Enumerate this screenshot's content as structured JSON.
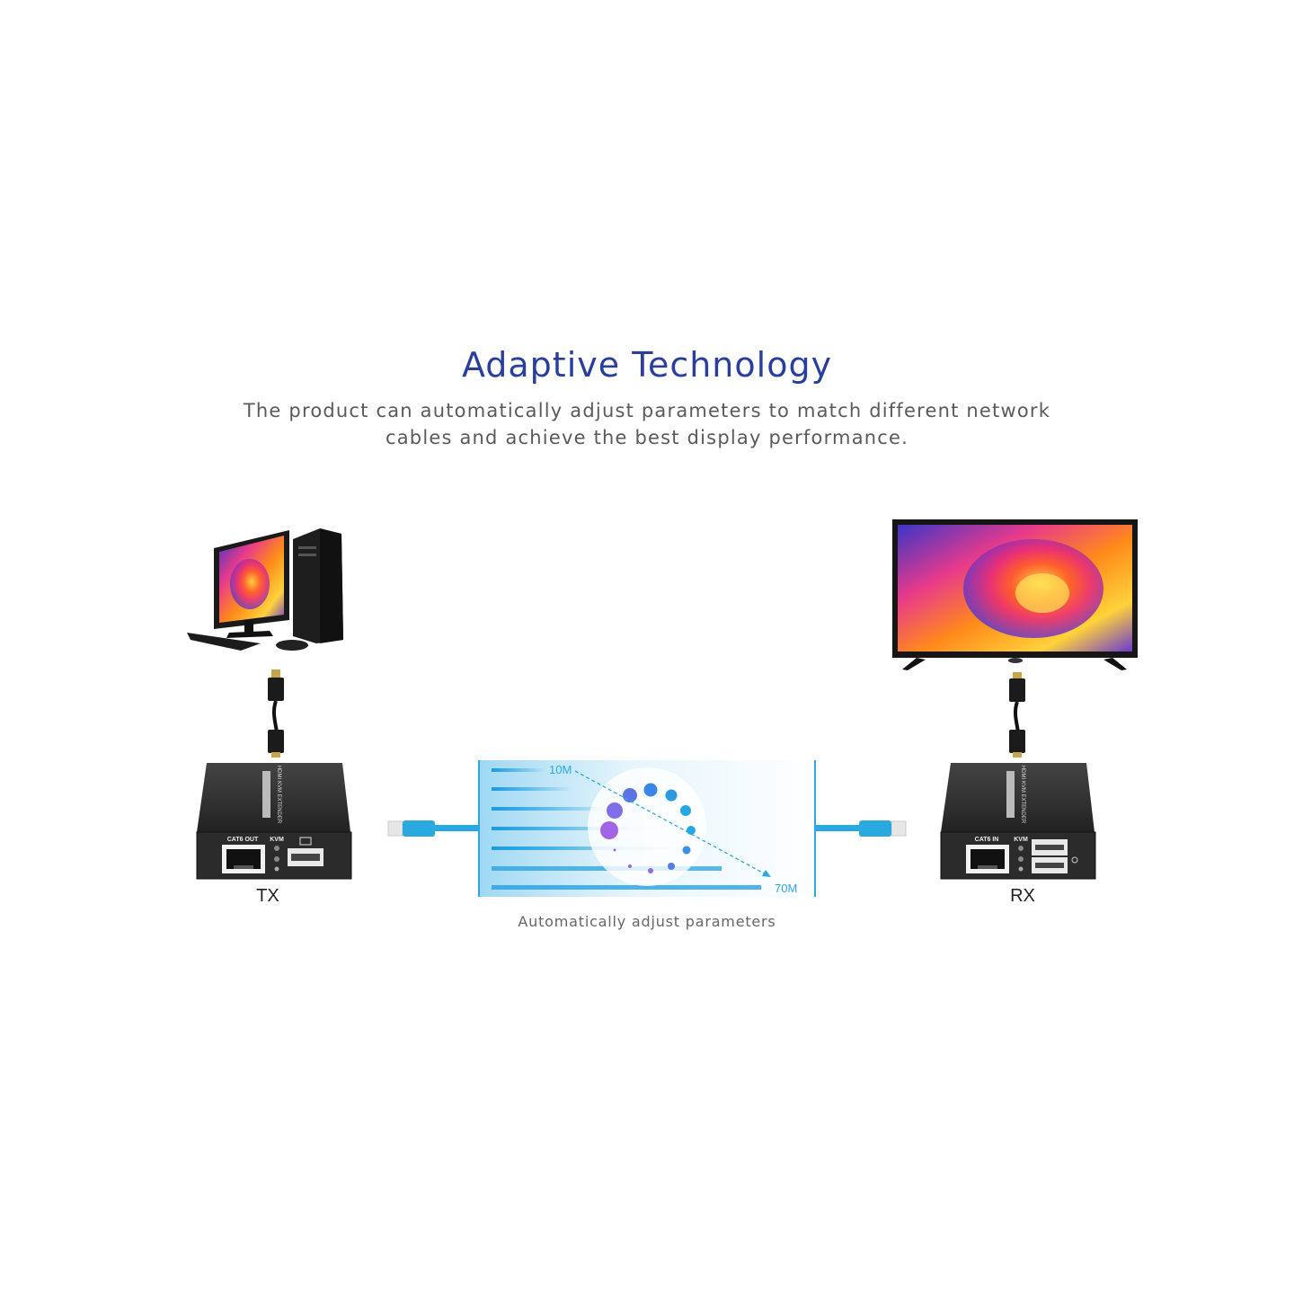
{
  "heading": {
    "title": "Adaptive Technology",
    "subtitle": "The product can automatically adjust parameters to match different network cables and achieve the best display performance."
  },
  "transmitter": {
    "label": "TX",
    "port_label": "CAT6 OUT",
    "kvm_label": "KVM",
    "device_text": "HDMI KVM EXTENDER"
  },
  "receiver": {
    "label": "RX",
    "port_label": "CAT6 IN",
    "kvm_label": "KVM",
    "device_text": "HDMI KVM EXTENDER"
  },
  "panel": {
    "start_label": "10M",
    "end_label": "70M",
    "caption": "Automatically adjust parameters"
  },
  "icons": [
    "desktop-computer-icon",
    "television-icon",
    "hdmi-cable-icon",
    "ethernet-cable-icon",
    "loading-spinner-icon"
  ],
  "colors": {
    "title": "#2a3f9d",
    "accent_blue": "#29a9e0",
    "device_body": "#2b2b2b"
  }
}
